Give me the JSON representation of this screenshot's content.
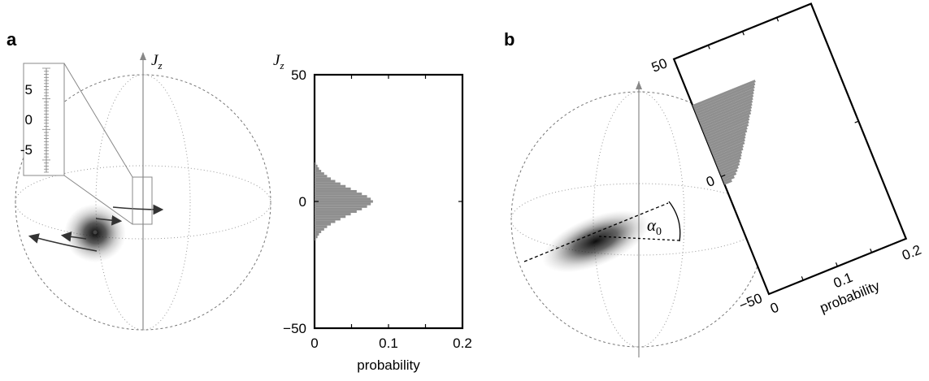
{
  "panels": {
    "a": {
      "label": "a"
    },
    "b": {
      "label": "b"
    }
  },
  "sphere_a": {
    "axis_label": "J",
    "axis_label_sub": "z",
    "inset_ticks": [
      "5",
      "0",
      "-5"
    ]
  },
  "sphere_b": {
    "angle_label": "α",
    "angle_label_sub": "0"
  },
  "chart_data": [
    {
      "panel": "a",
      "type": "bar",
      "orientation": "horizontal",
      "ylabel": "J",
      "ylabel_sub": "z",
      "xlabel": "probability",
      "xlim": [
        0,
        0.2
      ],
      "ylim": [
        -50,
        50
      ],
      "xticks": [
        "0",
        "0.1",
        "0.2"
      ],
      "yticks": [
        "50",
        "0",
        "−50"
      ],
      "bins": [
        -15,
        -14,
        -13,
        -12,
        -11,
        -10,
        -9,
        -8,
        -7,
        -6,
        -5,
        -4,
        -3,
        -2,
        -1,
        0,
        1,
        2,
        3,
        4,
        5,
        6,
        7,
        8,
        9,
        10,
        11,
        12,
        13,
        14,
        15
      ],
      "values": [
        0.002,
        0.004,
        0.006,
        0.009,
        0.013,
        0.017,
        0.022,
        0.028,
        0.035,
        0.042,
        0.049,
        0.057,
        0.064,
        0.071,
        0.076,
        0.079,
        0.076,
        0.071,
        0.064,
        0.057,
        0.049,
        0.042,
        0.035,
        0.028,
        0.022,
        0.017,
        0.013,
        0.009,
        0.006,
        0.004,
        0.002
      ]
    },
    {
      "panel": "b",
      "type": "bar",
      "orientation": "horizontal",
      "rotation_note": "rotated",
      "xlabel": "probability",
      "xlim": [
        0,
        0.2
      ],
      "ylim": [
        -50,
        50
      ],
      "xticks": [
        "0",
        "0.1",
        "0.2"
      ],
      "yticks": [
        "50",
        "0",
        "−50"
      ],
      "bins": [
        -3,
        -2,
        -1,
        0,
        1,
        2,
        3,
        4,
        5,
        6,
        7,
        8,
        9,
        10,
        11,
        12,
        13,
        14,
        15,
        16,
        17,
        18,
        19,
        20,
        21,
        22,
        23,
        24,
        25,
        26,
        27,
        28,
        29,
        30
      ],
      "values": [
        0.011,
        0.016,
        0.02,
        0.023,
        0.026,
        0.029,
        0.031,
        0.034,
        0.036,
        0.038,
        0.041,
        0.043,
        0.046,
        0.048,
        0.05,
        0.052,
        0.055,
        0.057,
        0.06,
        0.062,
        0.064,
        0.066,
        0.069,
        0.071,
        0.073,
        0.075,
        0.077,
        0.079,
        0.081,
        0.083,
        0.085,
        0.087,
        0.089,
        0.091
      ]
    }
  ]
}
